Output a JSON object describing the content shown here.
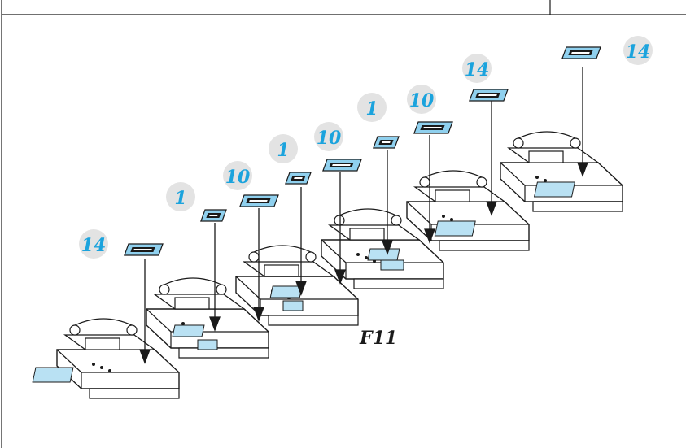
{
  "figure": {
    "label": "F11",
    "callouts": [
      {
        "id": "c1",
        "text": "14"
      },
      {
        "id": "c2",
        "text": "1"
      },
      {
        "id": "c3",
        "text": "10"
      },
      {
        "id": "c4",
        "text": "1"
      },
      {
        "id": "c5",
        "text": "10"
      },
      {
        "id": "c6",
        "text": "1"
      },
      {
        "id": "c7",
        "text": "10"
      },
      {
        "id": "c8",
        "text": "14"
      },
      {
        "id": "c9",
        "text": "14"
      }
    ]
  },
  "colors": {
    "callout_text": "#1ba3dd",
    "callout_bubble": "#e3e3e3",
    "label_tag_fill": "#8fd0ee",
    "pad_fill": "#b9e1f3",
    "line": "#1a1a1a"
  }
}
